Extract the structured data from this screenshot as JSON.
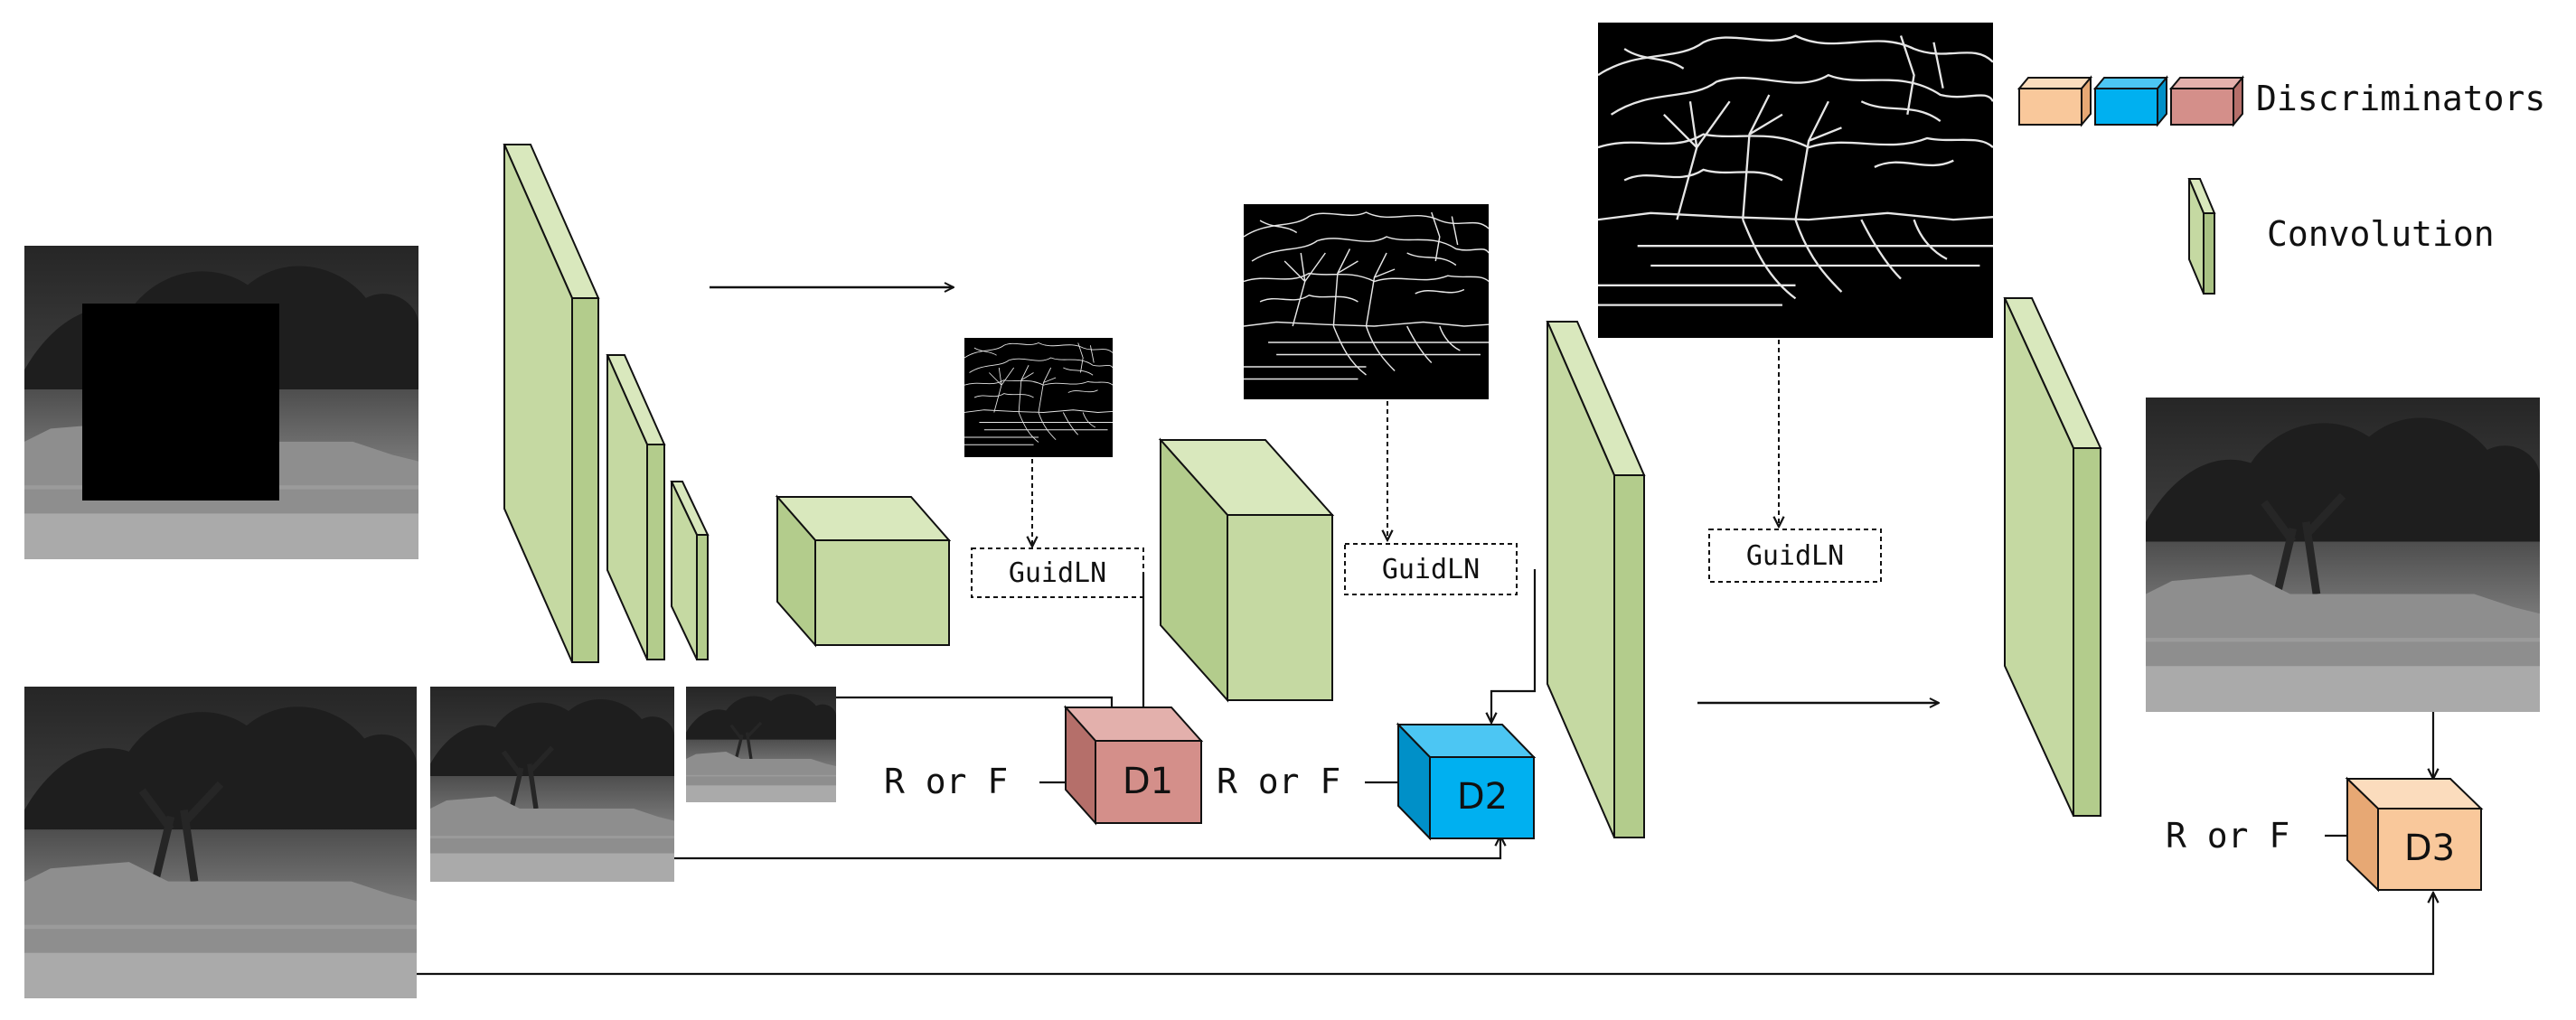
{
  "legend": {
    "discriminators_label": "Discriminators",
    "convolution_label": "Convolution"
  },
  "guide_labels": [
    "GuidLN",
    "GuidLN",
    "GuidLN"
  ],
  "discriminators": [
    {
      "label": "D1",
      "color": "#d48f8a",
      "side_label": "R or F"
    },
    {
      "label": "D2",
      "color": "#00b0f0",
      "side_label": "R or F"
    },
    {
      "label": "D3",
      "color": "#f9c89b",
      "side_label": "R or F"
    }
  ],
  "colors": {
    "convolution": "#c5d9a2",
    "stroke": "#111111",
    "discriminator_orange": "#f9c89b",
    "discriminator_blue": "#00b0f0",
    "discriminator_red": "#d48f8a"
  },
  "icons": [
    "masked-depth-image",
    "depth-image",
    "edge-map",
    "cube-block"
  ]
}
